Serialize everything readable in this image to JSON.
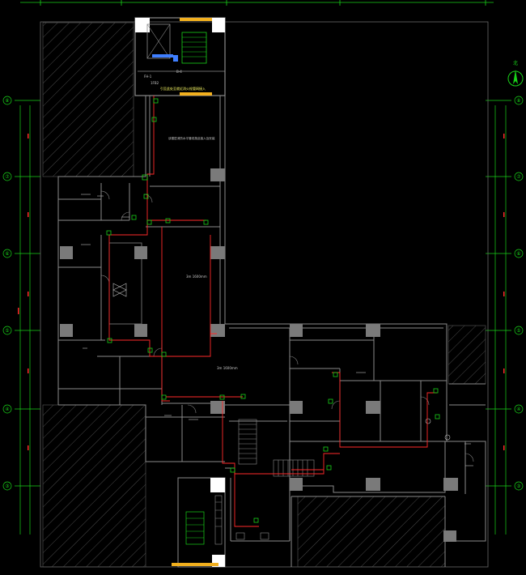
{
  "drawing": {
    "background": "#000000",
    "colors": {
      "wall": "#8a8a8a",
      "wall_light": "#bdbdbd",
      "column": "#7a7a7a",
      "hatch": "#5a5a5a",
      "pipe": "#ff2a2a",
      "device": "#19d219",
      "axis": "#19d219",
      "accent_yellow": "#f2b01e",
      "stair_blue": "#3f7fff",
      "text": "#c8c8c8"
    },
    "axis_labels_left": [
      "⑧",
      "⑦",
      "⑥",
      "⑤",
      "④",
      "③"
    ],
    "axis_labels_right": [
      "⑧",
      "⑦",
      "⑥",
      "⑤",
      "④",
      "③"
    ],
    "north_arrow_label": "北",
    "notes": {
      "top_note": "引至此处至就近消火栓管网接入",
      "room_note": "该楼层消防水平管线按此接入及安装",
      "dim_upper": "3m 1600mm",
      "dim_lower": "3m 1600mm"
    },
    "small_labels": [
      "FH-1",
      "B-4",
      "1FB2"
    ]
  }
}
